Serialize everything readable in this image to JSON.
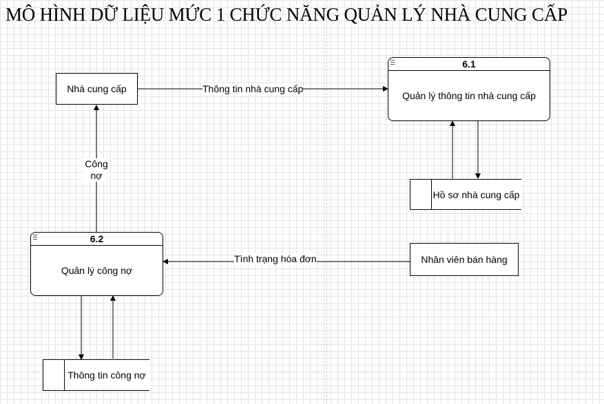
{
  "title": "MÔ HÌNH DỮ LIỆU MỨC 1 CHỨC NĂNG QUẢN LÝ NHÀ CUNG CẤP",
  "entities": {
    "supplier": "Nhà cung cấp",
    "sales_staff": "Nhân viên bán hàng"
  },
  "processes": {
    "p61": {
      "id": "6.1",
      "name": "Quản lý thông tin nhà cung cấp"
    },
    "p62": {
      "id": "6.2",
      "name": "Quản lý công nợ"
    }
  },
  "stores": {
    "supplier_records": "Hồ sơ nhà cung cấp",
    "debt_info": "Thông tin công nợ"
  },
  "flows": {
    "supplier_info": "Thông tin nhà cung cấp",
    "debt_line1": "Công",
    "debt_line2": "nợ",
    "invoice_status": "Tình trạng hóa đơn"
  }
}
